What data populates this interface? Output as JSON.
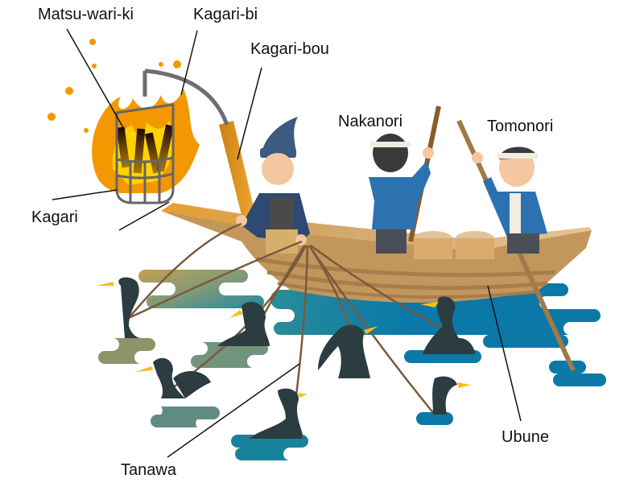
{
  "diagram": {
    "subject": "Cormorant fishing boat (ukai)",
    "labels": {
      "matsu_wari_ki": "Matsu-wari-ki",
      "kagari_bi": "Kagari-bi",
      "kagari_bou": "Kagari-bou",
      "kagari": "Kagari",
      "nakanori": "Nakanori",
      "tomonori": "Tomonori",
      "tanawa": "Tanawa",
      "ubune": "Ubune"
    },
    "colors": {
      "flame_outer": "#f39800",
      "flame_inner": "#ffd200",
      "wood_dark": "#2a1208",
      "basket_frame": "#666666",
      "pole": "#e09a2a",
      "boat_light": "#d4a86a",
      "boat_mid": "#c3965c",
      "boat_dark": "#a77d4b",
      "water_blue": "#0b78a8",
      "water_olive": "#a89a5a",
      "water_teal": "#4d8a86",
      "cormorant": "#2b3d40",
      "beak": "#f5c018",
      "rope": "#7a5a3c",
      "kimono_blue": "#2c72b0",
      "hat_blue": "#3d5a80",
      "skin": "#f5c7a0",
      "hair": "#3a3a3a",
      "leader_line": "#111111"
    }
  }
}
